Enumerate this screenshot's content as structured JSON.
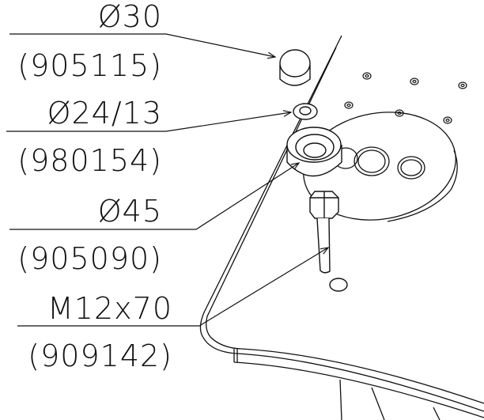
{
  "callouts": [
    {
      "size": "Ø30",
      "part_no": "(905115)"
    },
    {
      "size": "Ø24/13",
      "part_no": "(980154)"
    },
    {
      "size": "Ø45",
      "part_no": "(905090)"
    },
    {
      "size": "M12x70",
      "part_no": "(909142)"
    }
  ]
}
